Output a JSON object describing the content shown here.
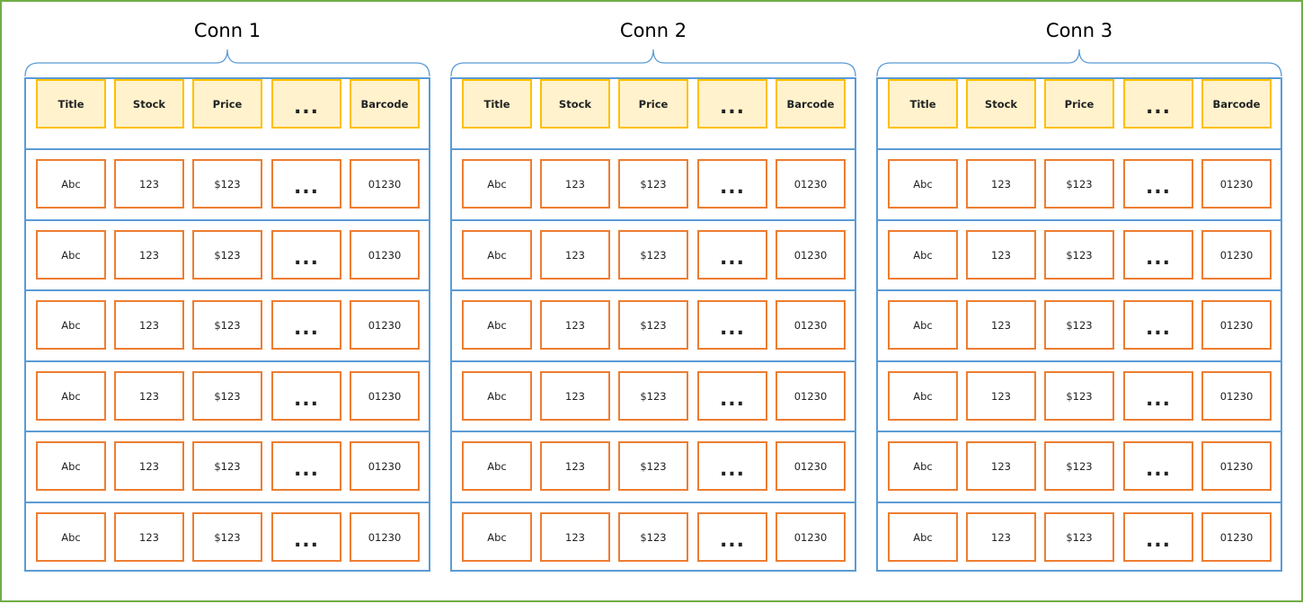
{
  "diagram": {
    "groups": [
      {
        "title": "Conn 1",
        "header": [
          "Title",
          "Stock",
          "Price",
          "...",
          "Barcode"
        ],
        "rows": [
          [
            "Abc",
            "123",
            "$123",
            "...",
            "01230"
          ],
          [
            "Abc",
            "123",
            "$123",
            "...",
            "01230"
          ],
          [
            "Abc",
            "123",
            "$123",
            "...",
            "01230"
          ],
          [
            "Abc",
            "123",
            "$123",
            "...",
            "01230"
          ],
          [
            "Abc",
            "123",
            "$123",
            "...",
            "01230"
          ],
          [
            "Abc",
            "123",
            "$123",
            "...",
            "01230"
          ]
        ]
      },
      {
        "title": "Conn 2",
        "header": [
          "Title",
          "Stock",
          "Price",
          "...",
          "Barcode"
        ],
        "rows": [
          [
            "Abc",
            "123",
            "$123",
            "...",
            "01230"
          ],
          [
            "Abc",
            "123",
            "$123",
            "...",
            "01230"
          ],
          [
            "Abc",
            "123",
            "$123",
            "...",
            "01230"
          ],
          [
            "Abc",
            "123",
            "$123",
            "...",
            "01230"
          ],
          [
            "Abc",
            "123",
            "$123",
            "...",
            "01230"
          ],
          [
            "Abc",
            "123",
            "$123",
            "...",
            "01230"
          ]
        ]
      },
      {
        "title": "Conn 3",
        "header": [
          "Title",
          "Stock",
          "Price",
          "...",
          "Barcode"
        ],
        "rows": [
          [
            "Abc",
            "123",
            "$123",
            "...",
            "01230"
          ],
          [
            "Abc",
            "123",
            "$123",
            "...",
            "01230"
          ],
          [
            "Abc",
            "123",
            "$123",
            "...",
            "01230"
          ],
          [
            "Abc",
            "123",
            "$123",
            "...",
            "01230"
          ],
          [
            "Abc",
            "123",
            "$123",
            "...",
            "01230"
          ],
          [
            "Abc",
            "123",
            "$123",
            "...",
            "01230"
          ]
        ]
      }
    ]
  },
  "colors": {
    "frame_border": "#70ad47",
    "table_border": "#5b9bd5",
    "header_fill": "#fff2cc",
    "header_border": "#ffc000",
    "data_border": "#ed7d31"
  }
}
